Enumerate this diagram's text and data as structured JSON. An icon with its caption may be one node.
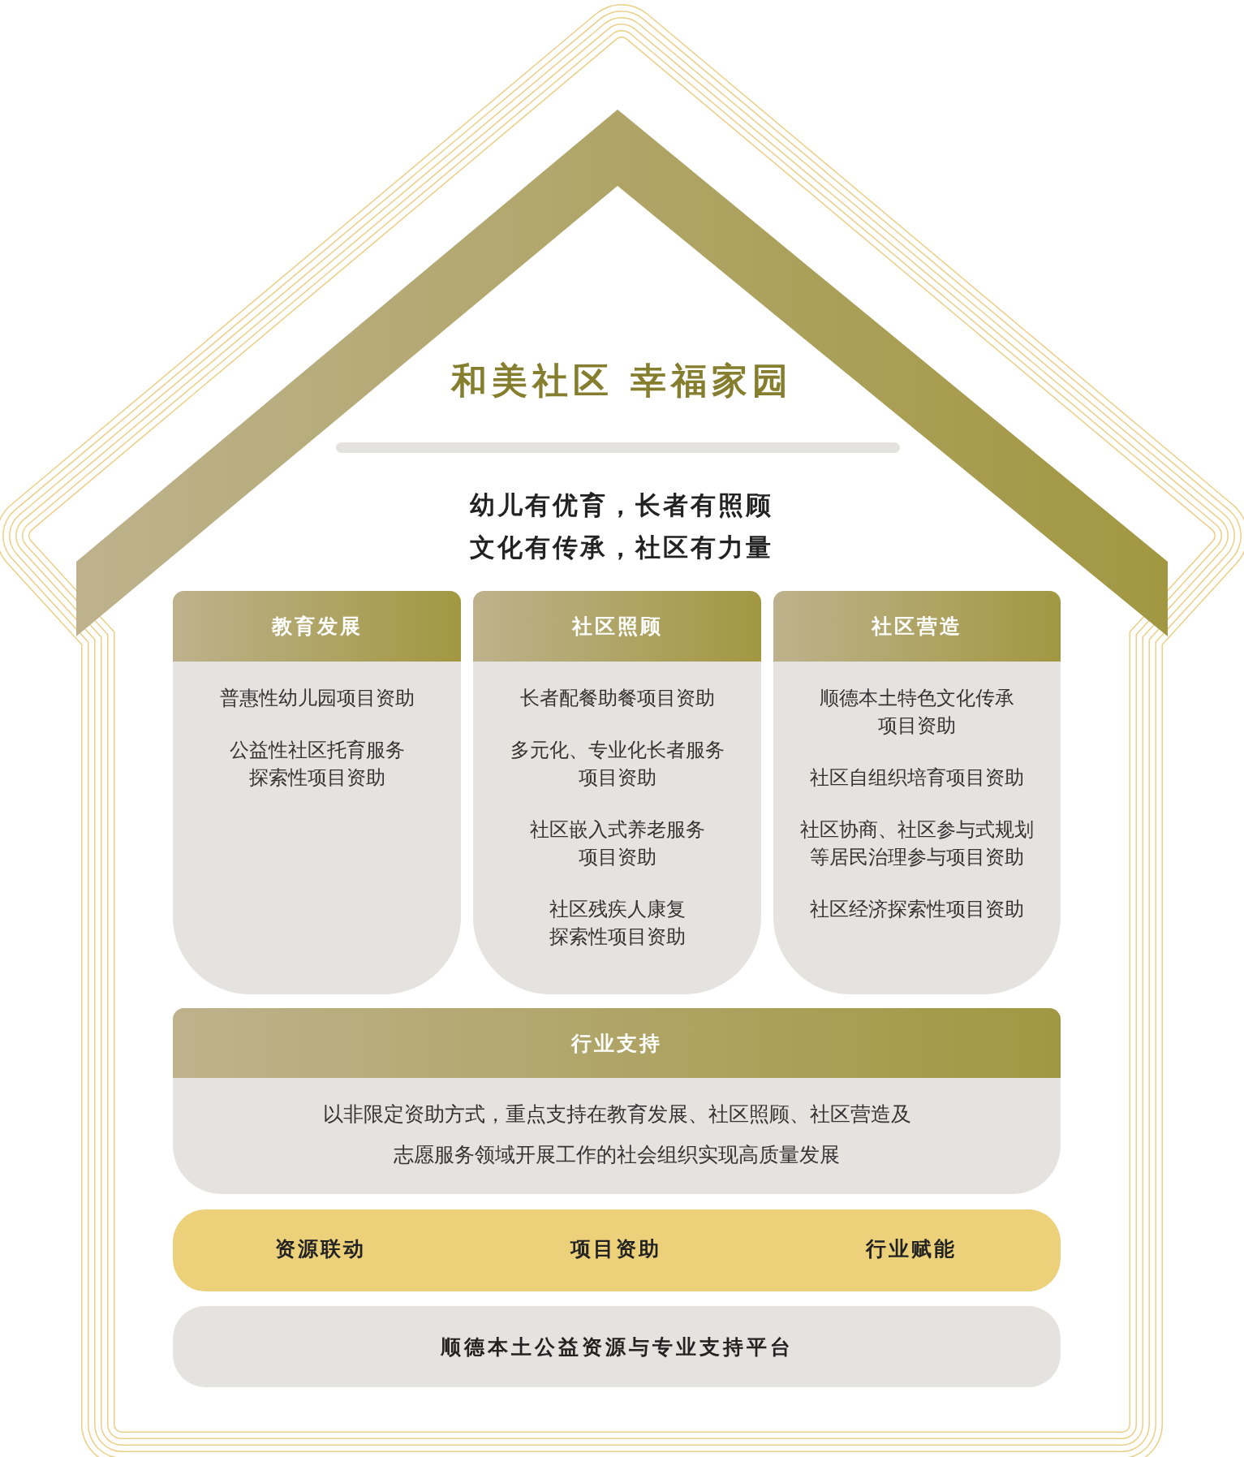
{
  "diagram": {
    "nodes": [
      {
        "text": [
          "和美社区 幸福家园",
          "幼儿有优育，长者有照顾文化有传承，社区有力量"
        ]
      },
      {
        "text": [
          "教育发展",
          "普惠性幼儿园项目资助",
          "公益性社区托育服务探索性项目资助"
        ],
        "in": 0
      },
      {
        "text": [
          "社区照顾",
          "长者配餐助餐项目资助",
          "多元化、专业化长者服务项目资助",
          "社区嵌入式养老服务项目资助",
          "社区残疾人康复探索性项目资助"
        ],
        "in": 0
      },
      {
        "text": [
          "社区营造",
          "顺德本土特色文化传承项目资助",
          "社区自组织培育项目资助",
          "社区协商、社区参与式规划等居民治理参与项目资助",
          "社区经济探索性项目资助"
        ],
        "in": 0
      },
      {
        "text": [
          "行业支持",
          "以非限定资助方式，重点支持在教育发展、社区照顾、社区营造及志愿服务领域开展工作的社会组织实现高质量发展"
        ],
        "in": 0
      },
      {
        "text": [
          "资源联动",
          "项目资助",
          "行业赋能"
        ],
        "in": 0
      },
      {
        "text": [
          "顺德本土公益资源与专业支持平台"
        ],
        "in": 0
      }
    ]
  }
}
